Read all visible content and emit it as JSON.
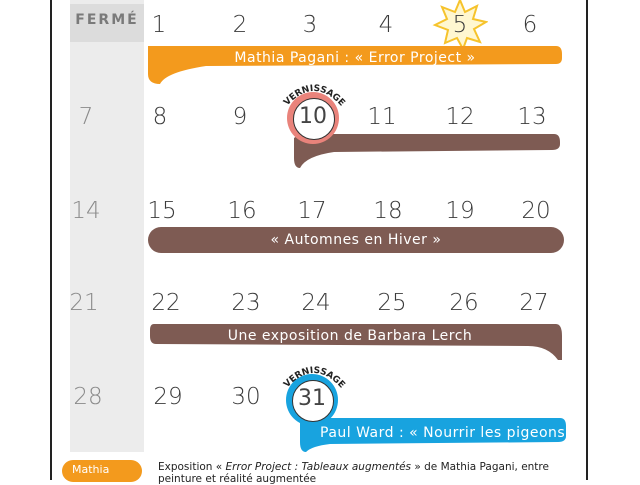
{
  "calendar": {
    "ferme_label": "FERMÉ",
    "rows": [
      {
        "first": "",
        "days": [
          "1",
          "2",
          "3",
          "4",
          "5",
          "6"
        ]
      },
      {
        "first": "7",
        "days": [
          "8",
          "9",
          "10",
          "11",
          "12",
          "13"
        ]
      },
      {
        "first": "14",
        "days": [
          "15",
          "16",
          "17",
          "18",
          "19",
          "20"
        ]
      },
      {
        "first": "21",
        "days": [
          "22",
          "23",
          "24",
          "25",
          "26",
          "27"
        ]
      },
      {
        "first": "28",
        "days": [
          "29",
          "30",
          "31",
          "",
          "",
          ""
        ]
      }
    ]
  },
  "bands": {
    "error_project": "Mathia Pagani : « Error Project »",
    "automnes": "« Automnes en Hiver »",
    "barbara": "Une exposition de Barbara Lerch",
    "pigeons": "Paul Ward : « Nourrir les pigeons »"
  },
  "markers": {
    "vernissage_label": "VERNISSAGE",
    "day_10": "10",
    "day_31": "31",
    "day_5": "5"
  },
  "legend": {
    "pill_label": "Mathia",
    "text_prefix": "Exposition « ",
    "text_title": "Error Project : Tableaux augmentés",
    "text_suffix": " » de Mathia Pagani, entre",
    "text_line2": "peinture et réalité augmentée"
  },
  "colors": {
    "orange": "#f39a1d",
    "brown": "#7e5b53",
    "blue": "#18a3df",
    "pink": "#e9837b",
    "star": "#f6c32c"
  }
}
